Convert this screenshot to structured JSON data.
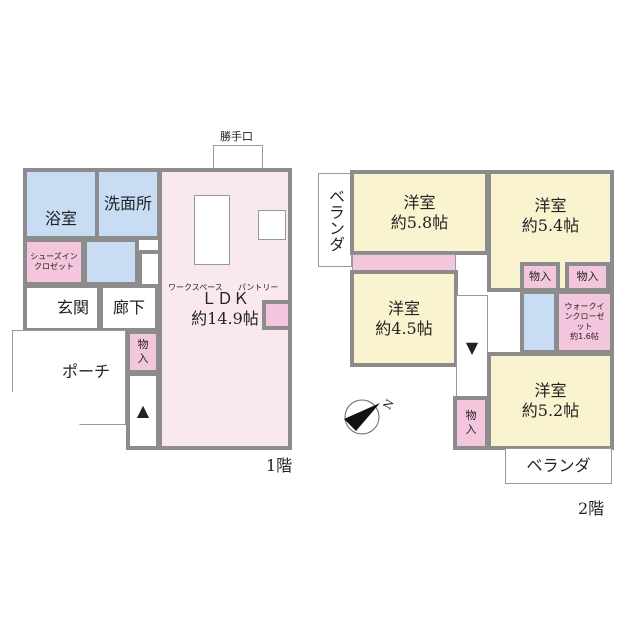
{
  "floor1": {
    "label": "1階",
    "back_door": "勝手口",
    "bath": "浴室",
    "washroom": "洗面所",
    "shoe_closet": "シューズインクロゼット",
    "entrance": "玄関",
    "hallway": "廊下",
    "storage": "物入",
    "porch": "ポーチ",
    "workspace": "ワークスペース",
    "pantry": "パントリー",
    "ldk": "ＬＤＫ",
    "ldk_size": "約14.9帖"
  },
  "floor2": {
    "label": "2階",
    "veranda_left": "ベランダ",
    "veranda_bottom": "ベランダ",
    "room_a": "洋室",
    "room_a_size": "約5.8帖",
    "room_b": "洋室",
    "room_b_size": "約5.4帖",
    "room_c": "洋室",
    "room_c_size": "約4.5帖",
    "room_d": "洋室",
    "room_d_size": "約5.2帖",
    "storage1": "物入",
    "storage2": "物入",
    "storage3": "物入",
    "wic": "ウォークインクローゼット",
    "wic_size": "約1.6帖"
  },
  "compass": {
    "north": "N"
  }
}
